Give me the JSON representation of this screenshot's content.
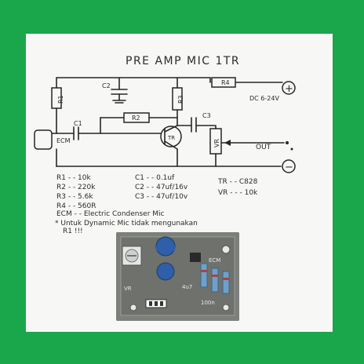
{
  "title": "PRE AMP MIC 1TR",
  "supply": {
    "label": "DC 6-24V",
    "plus": "+",
    "minus": "−"
  },
  "labels": {
    "ecm": "ECM",
    "out": "OUT",
    "r1": "R1",
    "r2": "R2",
    "r3": "R3",
    "r4": "R4",
    "c1": "C1",
    "c2": "C2",
    "c3": "C3",
    "tr": "TR",
    "vr": "VR"
  },
  "parts_list": {
    "r": [
      "R1 - - 10k",
      "R2 - - 220k",
      "R3 - - 5.6k",
      "R4 - - 560R"
    ],
    "c": [
      "C1 - - 0.1uf",
      "C2 - - 47uf/16v",
      "C3 - - 47uf/10v"
    ],
    "other": [
      "TR - - C828",
      "VR - - - 10k"
    ]
  },
  "notes": {
    "ecm": "ECM - - Electric Condenser Mic",
    "dynamic_1": "* Untuk Dynamic Mic tidak mengunakan",
    "dynamic_2": "R1 !!!"
  },
  "pcb": {
    "silk_ecm": "ECM",
    "silk_cap": "4u7",
    "silk_100": "100n",
    "silk_vr": "VR"
  },
  "colors": {
    "frame": "#1aa64a",
    "paper": "#f7f7f5",
    "ink": "#262626",
    "pcb": "#7d7f7b",
    "cap_blue": "#2e5fa8"
  }
}
